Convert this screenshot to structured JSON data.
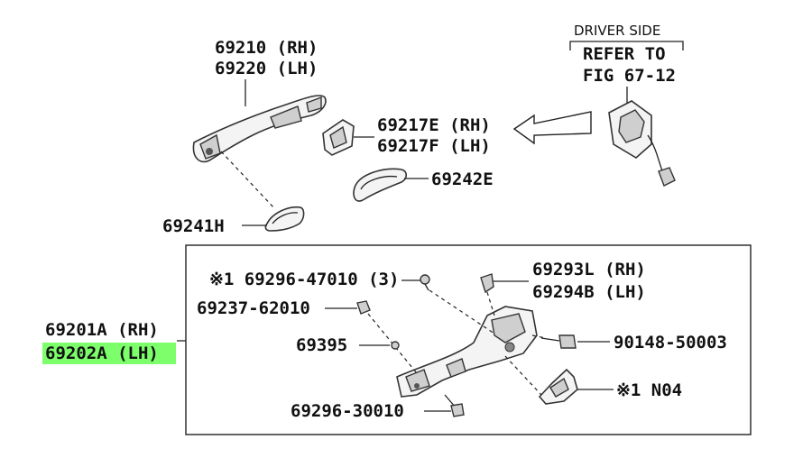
{
  "diagram": {
    "callouts": {
      "handle_rh": "69210 (RH)",
      "handle_lh": "69220 (LH)",
      "cap_rh": "69217E (RH)",
      "cap_lh": "69217F (LH)",
      "pad_outer": "69242E",
      "pad_lower": "69241H",
      "driver_side": "DRIVER SIDE",
      "refer_to": "REFER TO",
      "fig_ref": "FIG 67-12",
      "frame_rh": "69201A (RH)",
      "frame_lh": "69202A (LH)",
      "screw_ref": "※1 69296-47010 (3)",
      "clip": "69237-62010",
      "spring": "69395",
      "bolt_lower": "69296-30010",
      "lever_rh": "69293L (RH)",
      "lever_lh": "69294B (LH)",
      "bolt_right": "90148-50003",
      "sensor": "※1 N04"
    },
    "highlight_color": "#7dff6b"
  }
}
